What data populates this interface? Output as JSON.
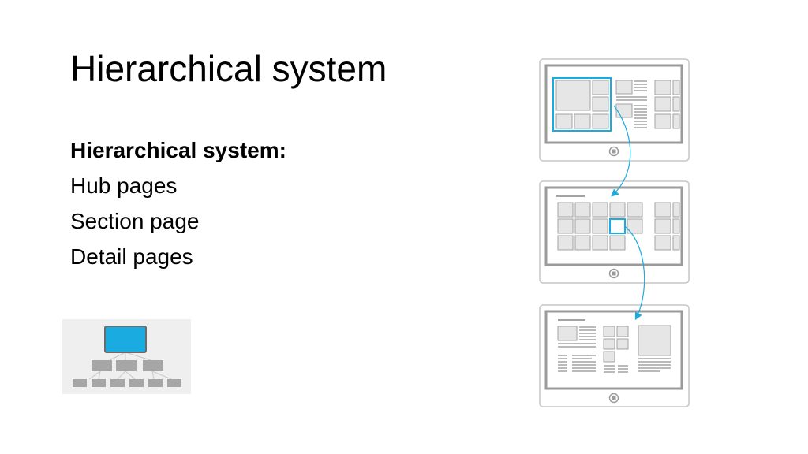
{
  "slide": {
    "title": "Hierarchical system",
    "bullets": [
      {
        "text": "Hierarchical system:",
        "bold": true
      },
      {
        "text": "Hub pages",
        "bold": false
      },
      {
        "text": "Section page",
        "bold": false
      },
      {
        "text": "Detail pages",
        "bold": false
      }
    ]
  },
  "icons": {
    "hierarchy": "hierarchy-diagram-icon",
    "devices": [
      "hub-page-tablet-icon",
      "section-page-tablet-icon",
      "detail-page-tablet-icon"
    ]
  },
  "colors": {
    "accent": "#1aabe0",
    "frame": "#9b9b9b",
    "tile_fill": "#e6e6e6",
    "tile_stroke": "#a3a3a3",
    "icon_bg": "#efefef",
    "icon_box": "#a6a6a6"
  }
}
